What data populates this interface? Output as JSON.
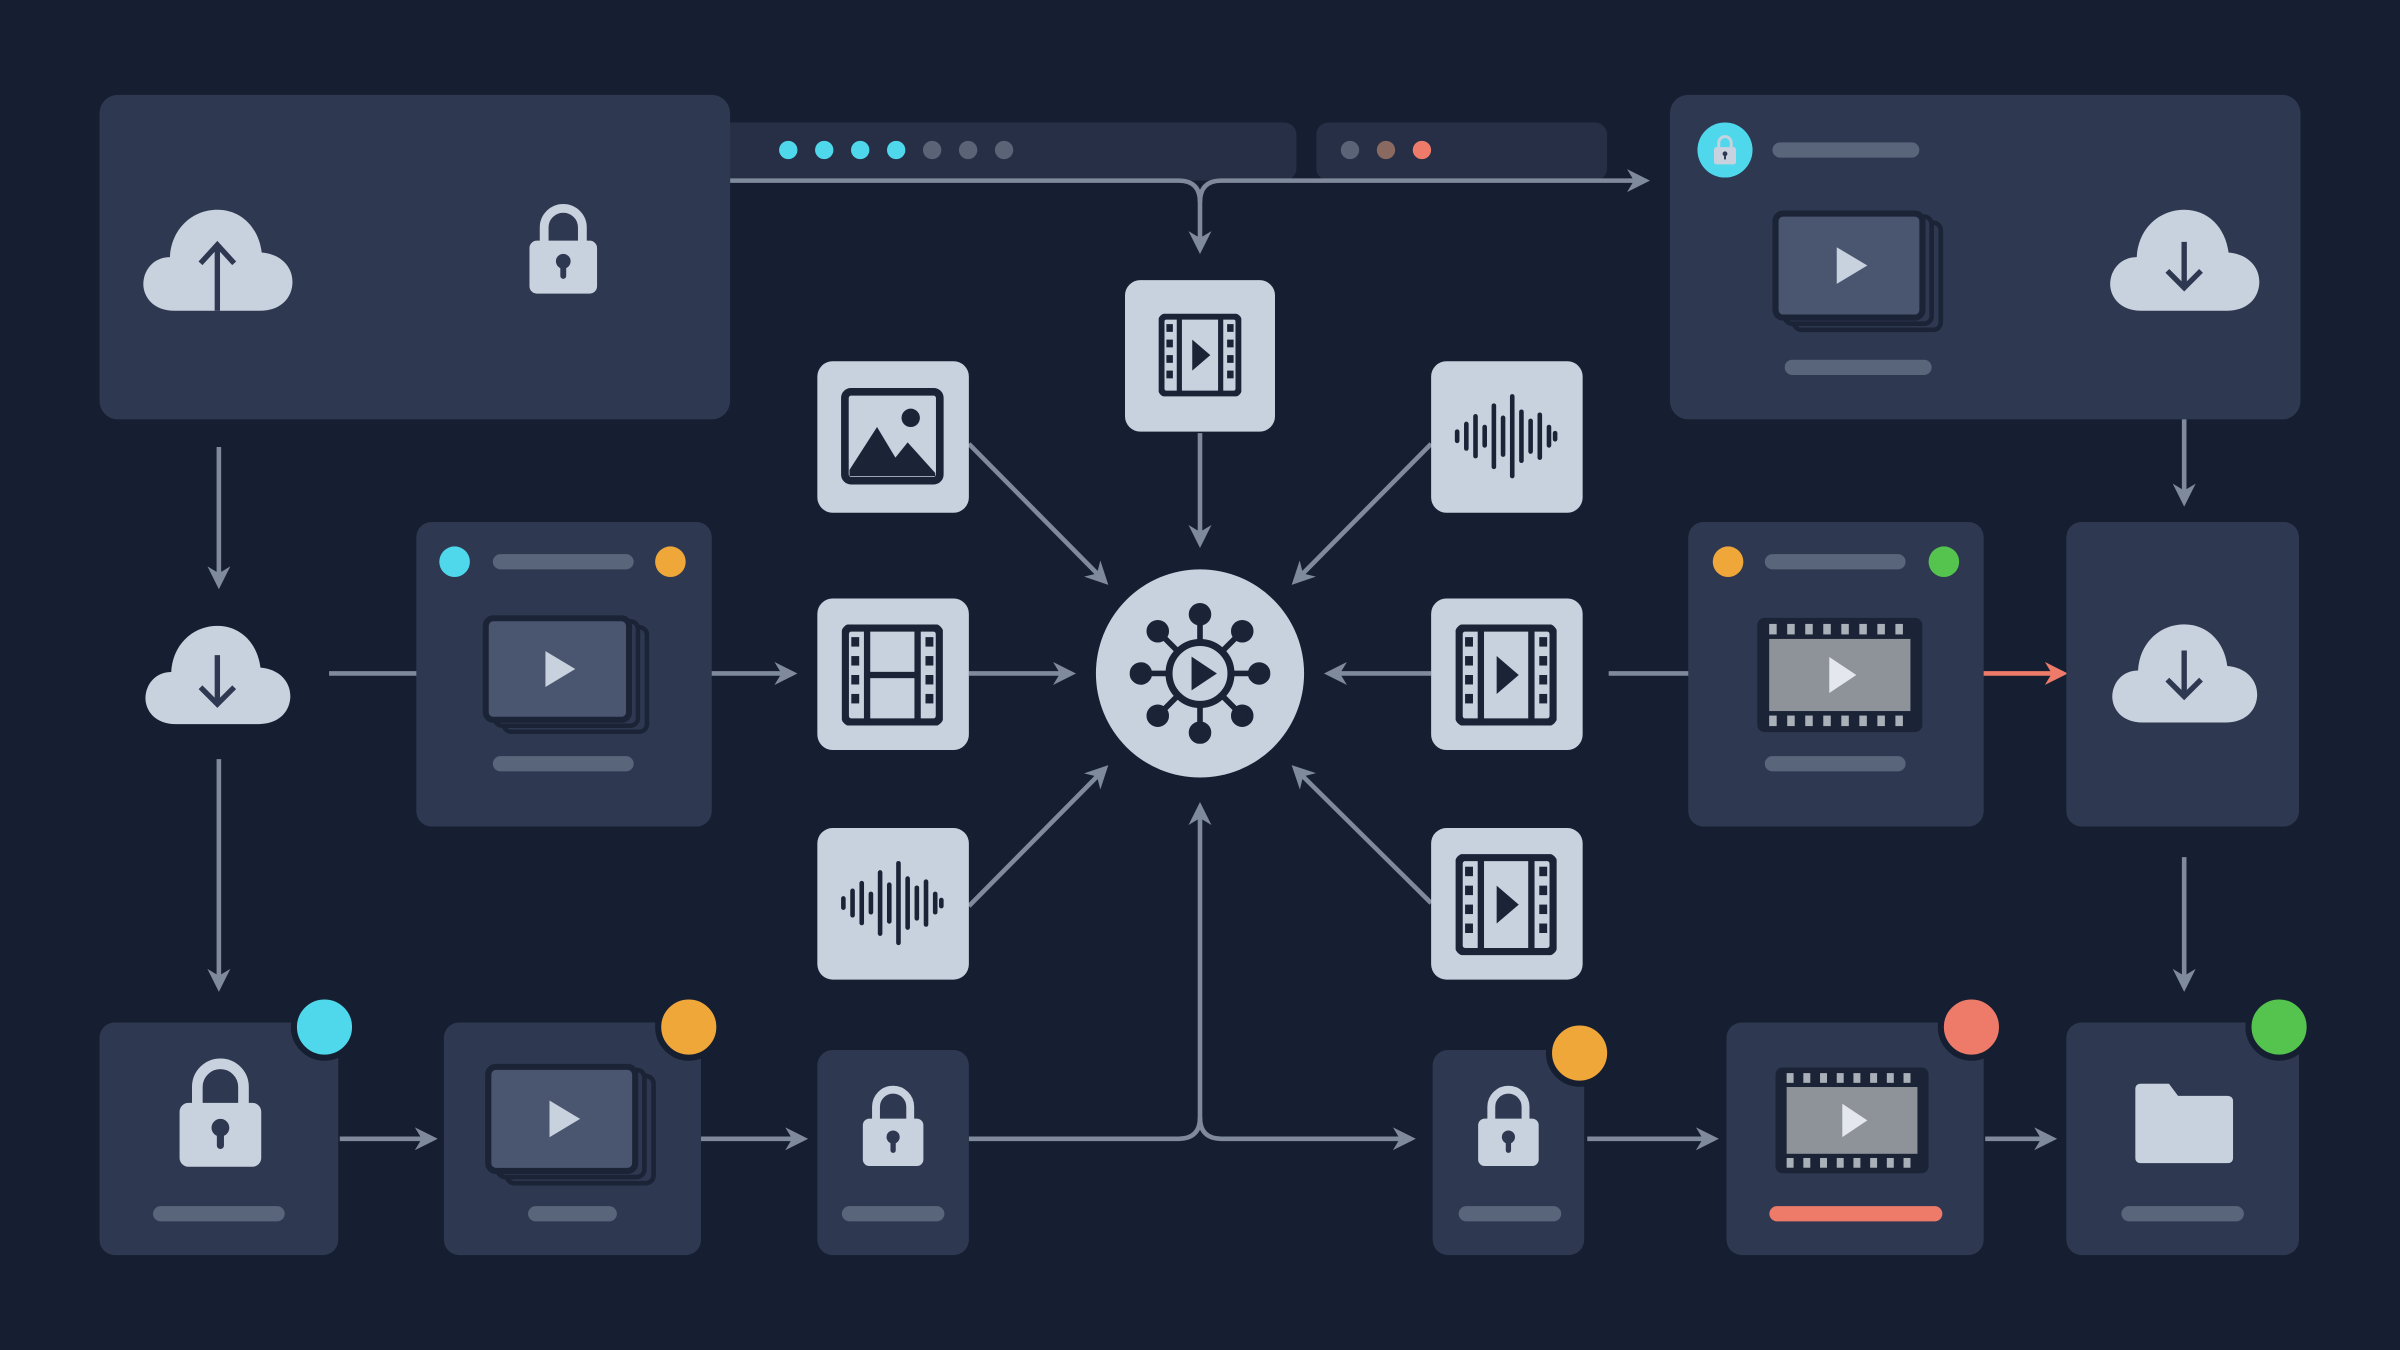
{
  "diagram": {
    "colors": {
      "background": "#161f31",
      "card": "#2e3850",
      "icon_tile": "#c8d1de",
      "connector": "#7f8a9c",
      "placeholder_bar": "#59657a",
      "cyan": "#4fd8ec",
      "orange": "#f0a73a",
      "green": "#55c44f",
      "red": "#ee7b6a",
      "muted": "#5b6477",
      "brown": "#8a6a60"
    },
    "top_progress_dots": [
      "cyan",
      "cyan",
      "cyan",
      "cyan",
      "muted",
      "muted",
      "muted"
    ],
    "top_status_dots": [
      "muted",
      "brown",
      "red"
    ],
    "nodes": [
      {
        "id": "upload-encrypt",
        "icons": [
          "cloud-upload",
          "lock"
        ]
      },
      {
        "id": "secure-download-output",
        "icons": [
          "lock",
          "video-stack",
          "cloud-download"
        ],
        "badge": "cyan"
      },
      {
        "id": "download",
        "icons": [
          "cloud-download"
        ]
      },
      {
        "id": "video-preview",
        "icons": [
          "video-stack"
        ],
        "status": [
          "cyan",
          "orange"
        ]
      },
      {
        "id": "image-input",
        "icons": [
          "image"
        ]
      },
      {
        "id": "film-input",
        "icons": [
          "film-strip"
        ]
      },
      {
        "id": "audio-input-left",
        "icons": [
          "waveform"
        ]
      },
      {
        "id": "play-input",
        "icons": [
          "play-frame"
        ]
      },
      {
        "id": "audio-input-right",
        "icons": [
          "waveform"
        ]
      },
      {
        "id": "film-play-input",
        "icons": [
          "film-play"
        ]
      },
      {
        "id": "film-play-input-lower",
        "icons": [
          "film-play"
        ]
      },
      {
        "id": "processing-hub",
        "icons": [
          "hub"
        ]
      },
      {
        "id": "rendered-video",
        "icons": [
          "film-thumbnail"
        ],
        "status": [
          "orange",
          "green"
        ]
      },
      {
        "id": "cloud-download-right",
        "icons": [
          "cloud-download"
        ]
      },
      {
        "id": "locked-item-1",
        "icons": [
          "lock"
        ],
        "badge": "cyan"
      },
      {
        "id": "video-item",
        "icons": [
          "video-stack"
        ],
        "badge": "orange"
      },
      {
        "id": "locked-item-2",
        "icons": [
          "lock"
        ]
      },
      {
        "id": "locked-item-3",
        "icons": [
          "lock"
        ],
        "badge": "orange"
      },
      {
        "id": "film-item",
        "icons": [
          "film-thumbnail"
        ],
        "badge": "red",
        "progress_bar": "red"
      },
      {
        "id": "folder-item",
        "icons": [
          "folder"
        ],
        "badge": "green"
      }
    ]
  }
}
